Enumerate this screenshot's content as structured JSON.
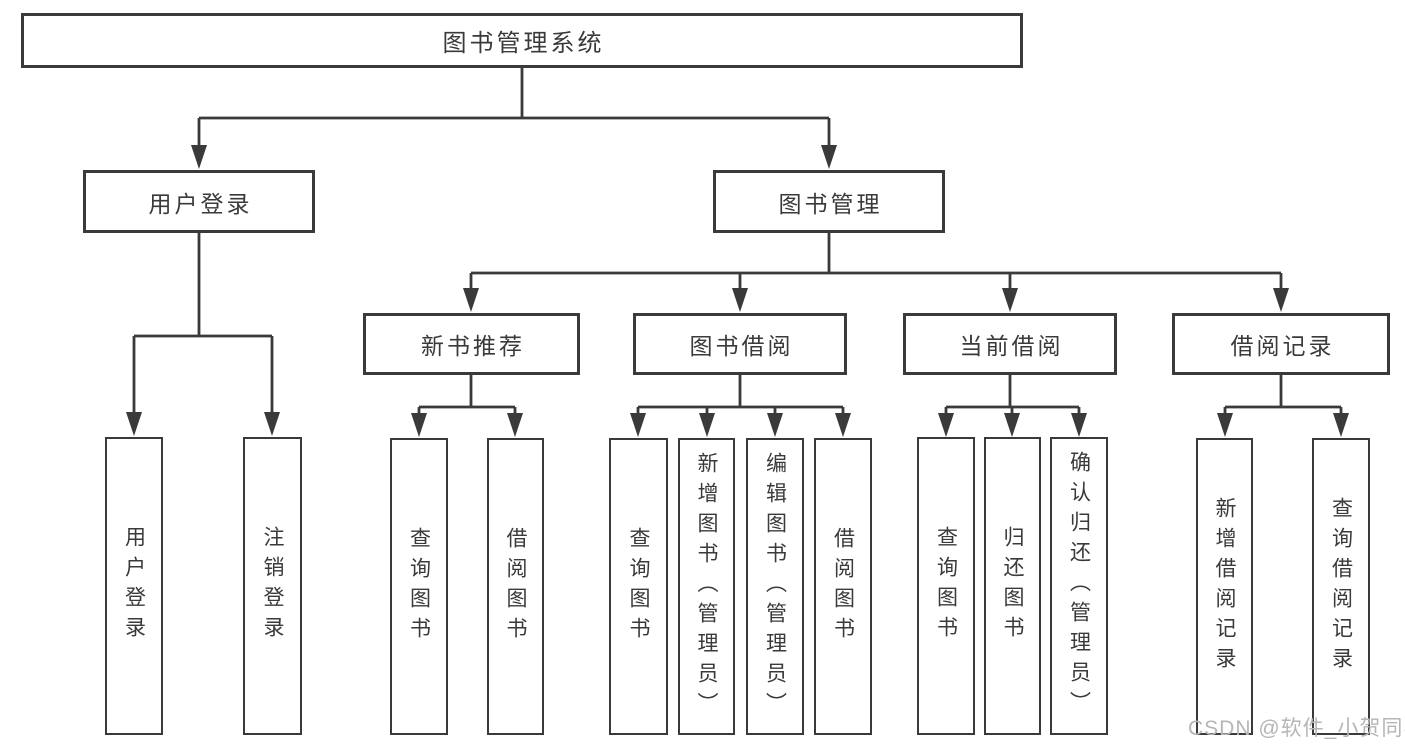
{
  "diagram": {
    "type": "tree",
    "title": "图书管理系统",
    "nodes": {
      "root": {
        "label": "图书管理系统"
      },
      "userLogin": {
        "label": "用户登录"
      },
      "bookMgmt": {
        "label": "图书管理"
      },
      "loginLeaf": {
        "label": "用户登录"
      },
      "logoutLeaf": {
        "label": "注销登录"
      },
      "newBookRec": {
        "label": "新书推荐"
      },
      "bookBorrow": {
        "label": "图书借阅"
      },
      "currentBorrow": {
        "label": "当前借阅"
      },
      "borrowRecords": {
        "label": "借阅记录"
      },
      "nbQuery": {
        "label": "查询图书"
      },
      "nbBorrow": {
        "label": "借阅图书"
      },
      "bbQuery": {
        "label": "查询图书"
      },
      "bbAdd": {
        "label": "新增图书（管理员）"
      },
      "bbEdit": {
        "label": "编辑图书（管理员）"
      },
      "bbBorrow": {
        "label": "借阅图书"
      },
      "cbQuery": {
        "label": "查询图书"
      },
      "cbReturn": {
        "label": "归还图书"
      },
      "cbConfirm": {
        "label": "确认归还（管理员）"
      },
      "brAdd": {
        "label": "新增借阅记录"
      },
      "brQuery": {
        "label": "查询借阅记录"
      }
    },
    "tree": {
      "root": {
        "userLogin": [
          "loginLeaf",
          "logoutLeaf"
        ],
        "bookMgmt": {
          "newBookRec": [
            "nbQuery",
            "nbBorrow"
          ],
          "bookBorrow": [
            "bbQuery",
            "bbAdd",
            "bbEdit",
            "bbBorrow"
          ],
          "currentBorrow": [
            "cbQuery",
            "cbReturn",
            "cbConfirm"
          ],
          "borrowRecords": [
            "brAdd",
            "brQuery"
          ]
        }
      }
    },
    "colors": {
      "line": "#3a3a3a",
      "box_border": "#3a3a3a",
      "text": "#3a3a3a",
      "background": "#ffffff",
      "watermark": "#b6b6b6"
    },
    "watermark": {
      "text": "CSDN @软件_小贺同学"
    }
  }
}
